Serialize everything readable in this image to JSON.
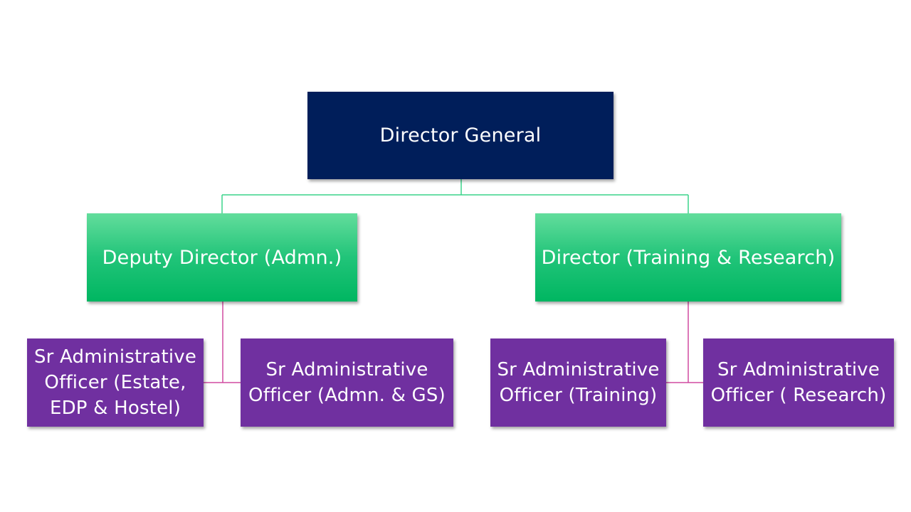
{
  "org_chart": {
    "top": {
      "label": "Director General",
      "color": "#001e5a"
    },
    "branches": [
      {
        "label": "Deputy Director (Admn.)",
        "children": [
          {
            "label": "Sr Administrative Officer (Estate, EDP & Hostel)"
          },
          {
            "label": "Sr Administrative Officer (Admn. & GS)"
          }
        ]
      },
      {
        "label": "Director (Training & Research)",
        "children": [
          {
            "label": "Sr Administrative Officer (Training)"
          },
          {
            "label": "Sr Administrative Officer ( Research)"
          }
        ]
      }
    ],
    "colors": {
      "level1": "#001e5a",
      "level2": "#00b661",
      "level3": "#7030a0",
      "connector_upper": "#3ad48a",
      "connector_lower": "#d04aa0"
    }
  }
}
